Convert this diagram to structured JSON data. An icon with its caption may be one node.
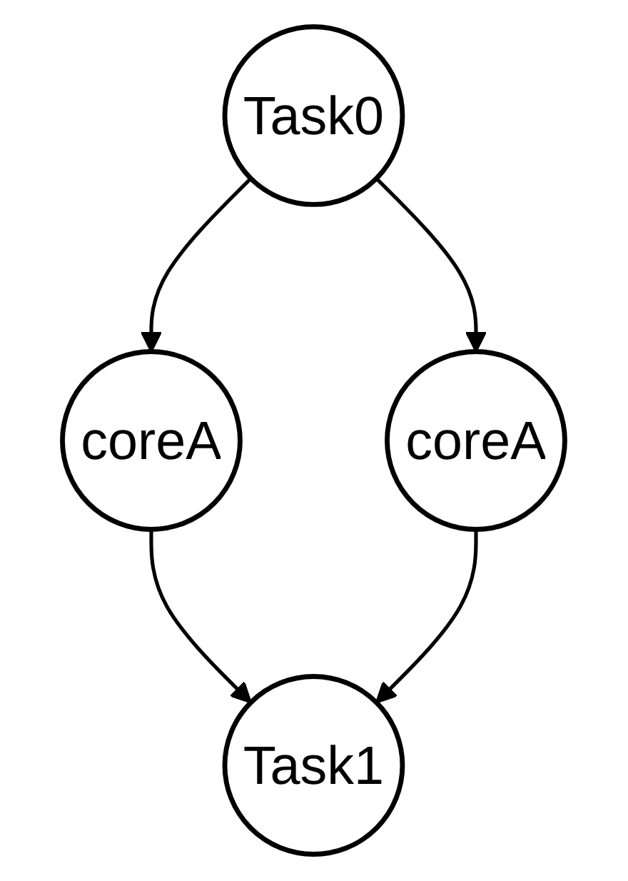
{
  "diagram": {
    "nodes": [
      {
        "text": [
          "Task0"
        ]
      },
      {
        "text": [
          "coreA"
        ]
      },
      {
        "text": [
          "coreA"
        ]
      },
      {
        "text": [
          "Task1"
        ]
      }
    ],
    "edges": [
      {
        "from": 0,
        "to": 1,
        "arrow": "to"
      },
      {
        "from": 0,
        "to": 2,
        "arrow": "to"
      },
      {
        "from": 1,
        "to": 3,
        "arrow": "to"
      },
      {
        "from": 2,
        "to": 3,
        "arrow": "to"
      }
    ]
  }
}
